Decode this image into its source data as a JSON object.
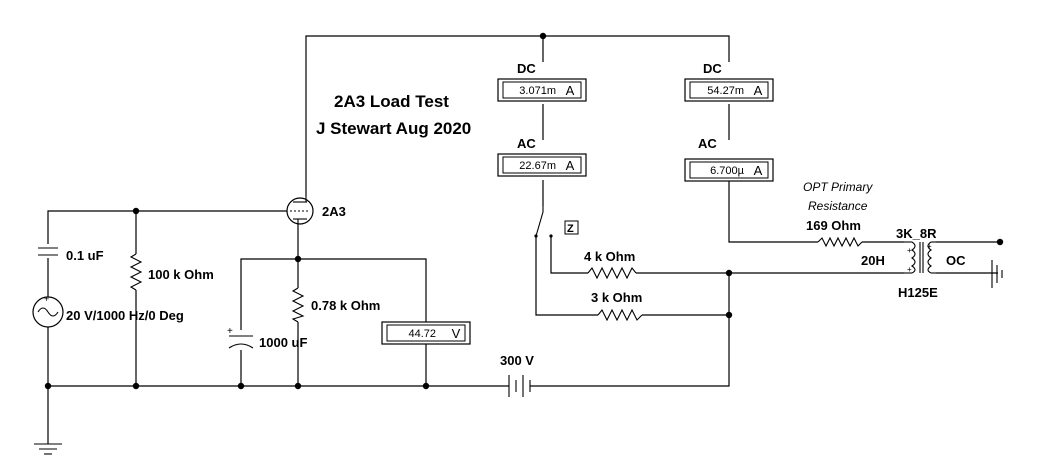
{
  "title": {
    "line1": "2A3 Load Test",
    "line2": "J Stewart Aug 2020"
  },
  "components": {
    "cap_coupling": "0.1 uF",
    "res_grid": "100 k Ohm",
    "source": "20 V/1000 Hz/0 Deg",
    "tube": "2A3",
    "res_cathode": "0.78 k Ohm",
    "cap_cathode": "1000 uF",
    "battery": "300 V",
    "res_4k": "4 k Ohm",
    "res_3k": "3 k Ohm",
    "switch_key": "Z",
    "res_opt": "169  Ohm",
    "opt_note_line1": "OPT Primary",
    "opt_note_line2": "Resistance",
    "xfmr_ratio": "3K_8R",
    "xfmr_inductance": "20H",
    "xfmr_model": "H125E",
    "xfmr_oc": "OC"
  },
  "meters": {
    "left_dc_label": "DC",
    "left_dc_value": "3.071m",
    "left_dc_unit": "A",
    "left_ac_label": "AC",
    "left_ac_value": "22.67m",
    "left_ac_unit": "A",
    "right_dc_label": "DC",
    "right_dc_value": "54.27m",
    "right_dc_unit": "A",
    "right_ac_label": "AC",
    "right_ac_value": "6.700µ",
    "right_ac_unit": "A",
    "volt_value": "44.72",
    "volt_unit": "V"
  }
}
